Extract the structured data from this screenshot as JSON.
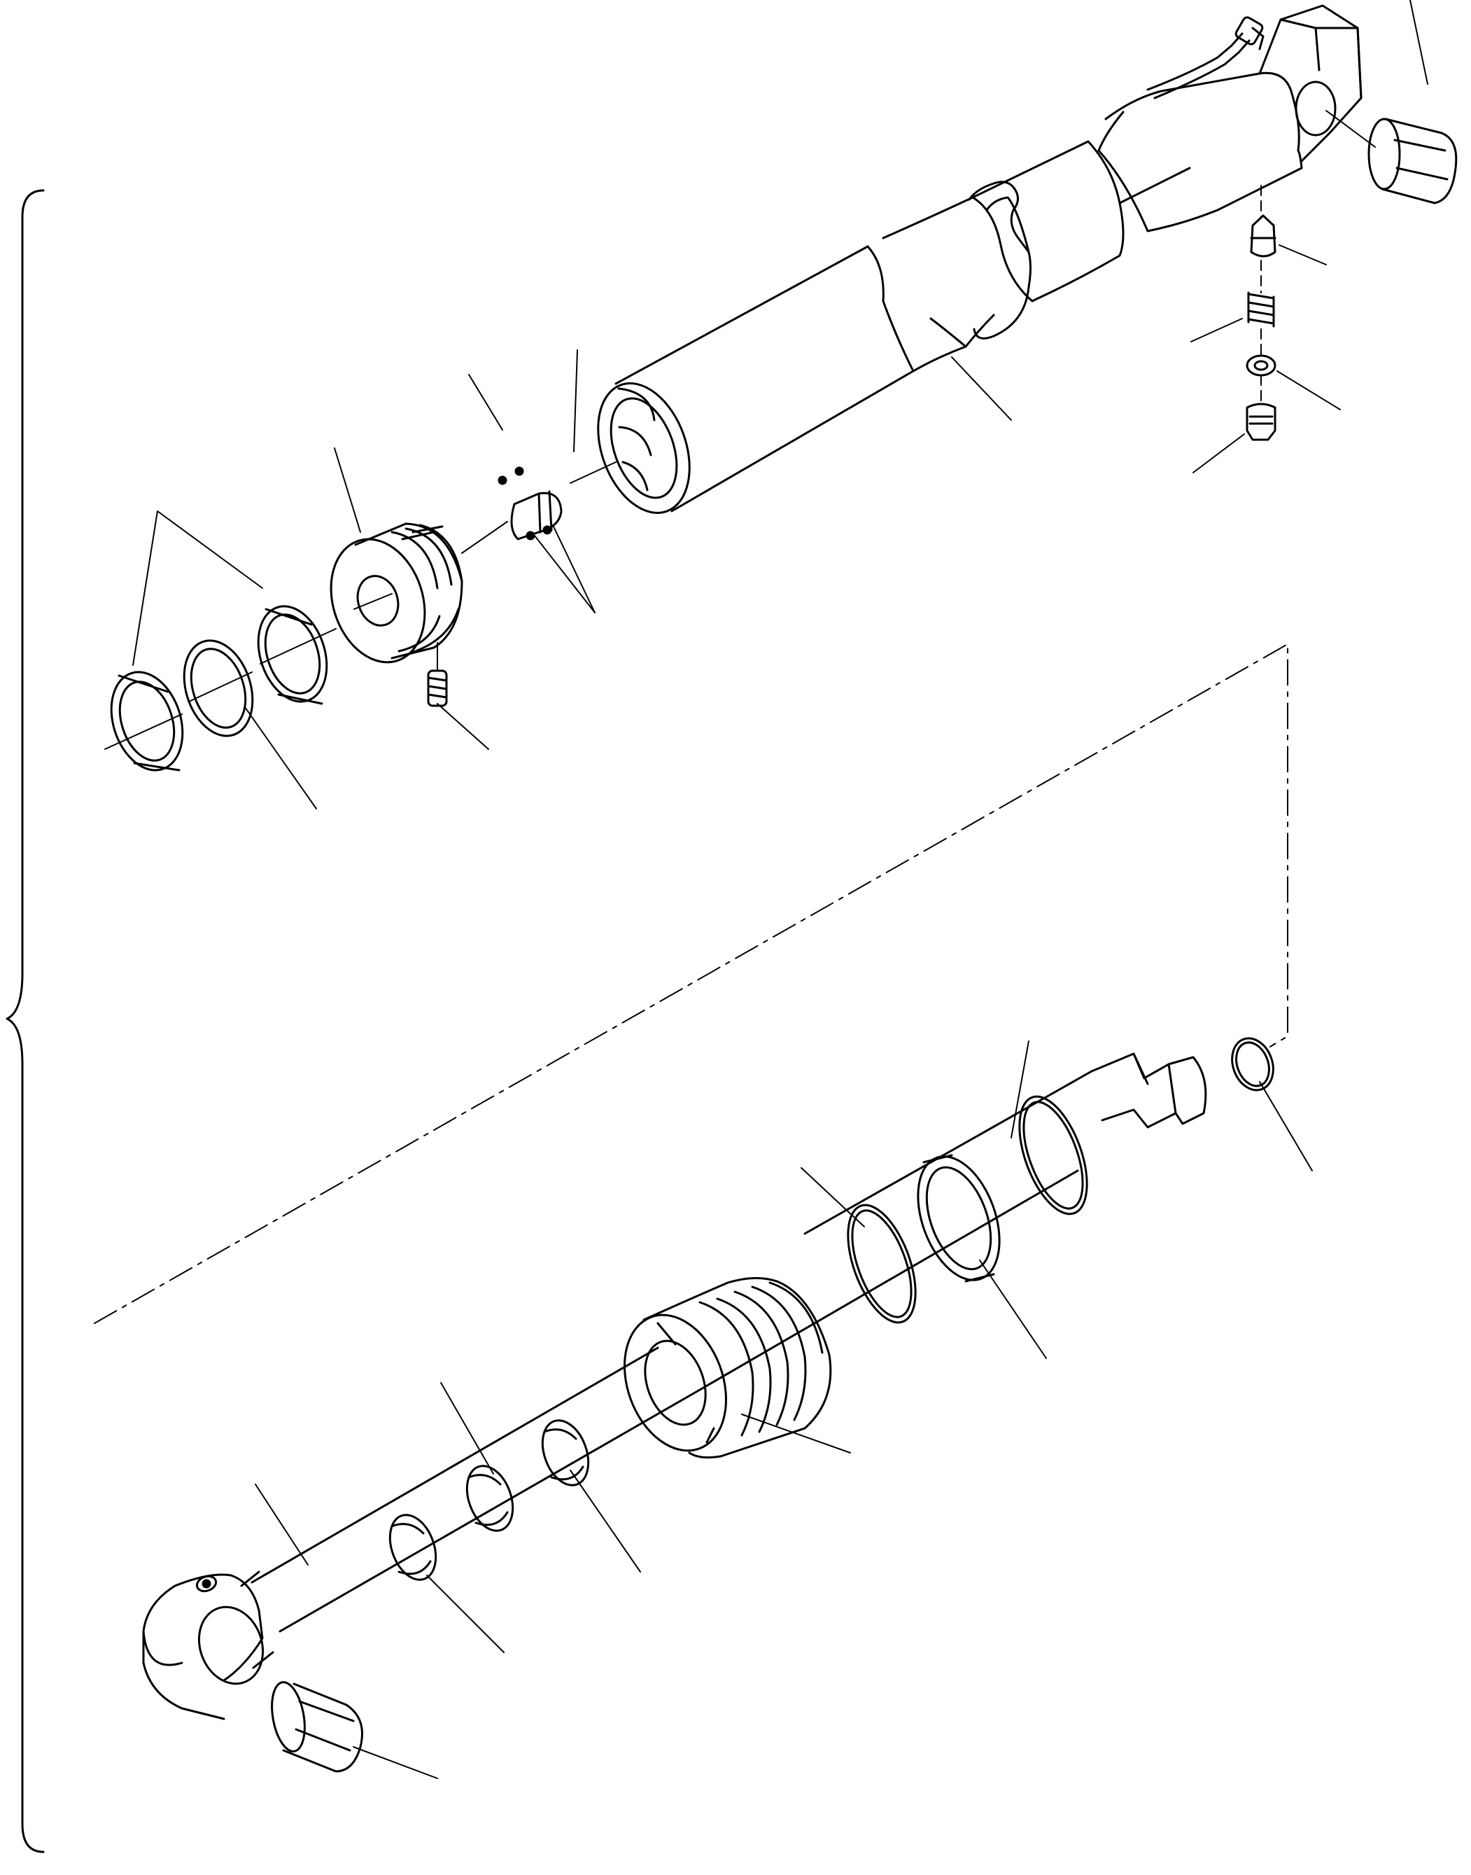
{
  "diagram": {
    "subject": "hydraulic-cylinder-exploded-view",
    "style": {
      "ink": "#000000",
      "paper": "#ffffff"
    },
    "groups": [
      {
        "id": "barrel",
        "parts": [
          "head-end-clevis-block",
          "grease-tube",
          "pin-bushing-top",
          "barrel-tube",
          "check-valve-poppet",
          "check-valve-spring",
          "check-valve-washer",
          "check-valve-plug"
        ]
      },
      {
        "id": "piston",
        "parts": [
          "piston-wear-rings",
          "piston-seal-ring",
          "piston",
          "set-screw",
          "lock-balls"
        ]
      },
      {
        "id": "rod",
        "parts": [
          "rod",
          "rod-eye",
          "pin-bushing-bottom",
          "gland",
          "rod-seals",
          "backup-ring",
          "o-ring-large",
          "o-ring-small"
        ]
      }
    ],
    "text_labels": []
  }
}
